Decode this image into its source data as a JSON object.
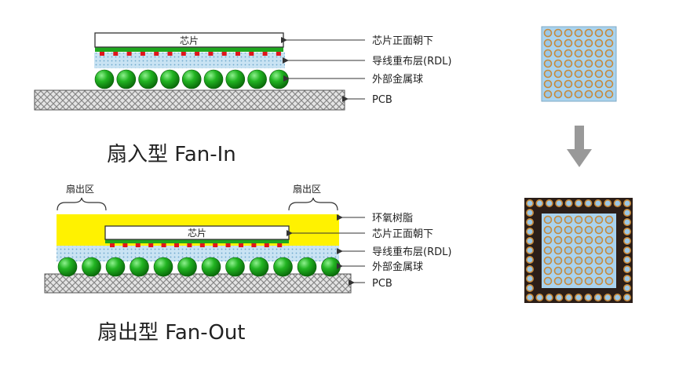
{
  "fan_in": {
    "chip": "芯片",
    "labels": [
      "芯片正面朝下",
      "导线重布层(RDL)",
      "外部金属球",
      "PCB"
    ],
    "caption": "扇入型 Fan-In"
  },
  "fan_out": {
    "region_left": "扇出区",
    "region_right": "扇出区",
    "chip": "芯片",
    "labels": [
      "环氧树脂",
      "芯片正面朝下",
      "导线重布层(RDL)",
      "外部金属球",
      "PCB"
    ],
    "caption": "扇出型 Fan-Out"
  },
  "colors": {
    "ball": "#1fa81f",
    "pad": "#e0161c",
    "rdl": "#a8cfe6",
    "epoxy": "#fff200",
    "chip_fill": "#ffffff",
    "pcb_pattern": "#9a9a9a",
    "arrow": "#999999",
    "pkg_blue": "#a9d3ee",
    "pkg_dark": "#2b1e18",
    "pkg_ring": "#c88a3a"
  }
}
